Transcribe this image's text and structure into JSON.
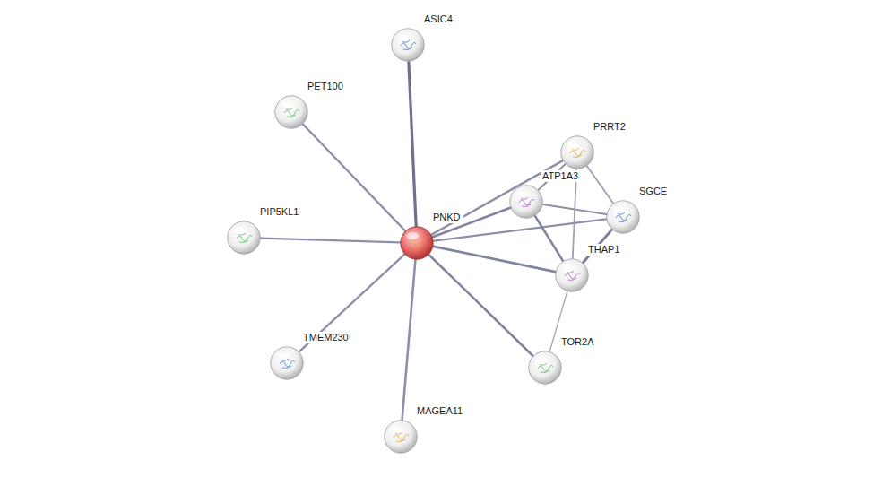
{
  "diagram": {
    "nodes": [
      {
        "text": [
          "ASIC4"
        ]
      },
      {
        "text": [
          "PET100"
        ]
      },
      {
        "text": [
          "PRRT2"
        ]
      },
      {
        "text": [
          "ATP1A3"
        ]
      },
      {
        "text": [
          "SGCE"
        ]
      },
      {
        "text": [
          "PIP5KL1"
        ]
      },
      {
        "text": [
          "PNKD"
        ]
      },
      {
        "text": [
          "THAP1"
        ]
      },
      {
        "text": [
          "TMEM230"
        ]
      },
      {
        "text": [
          "TOR2A"
        ]
      },
      {
        "text": [
          "MAGEA11"
        ]
      }
    ],
    "edges": [
      {
        "from": 6,
        "to": 0,
        "arrow": "none"
      },
      {
        "from": 6,
        "to": 1,
        "arrow": "none"
      },
      {
        "from": 6,
        "to": 5,
        "arrow": "none"
      },
      {
        "from": 6,
        "to": 8,
        "arrow": "none"
      },
      {
        "from": 6,
        "to": 10,
        "arrow": "none"
      },
      {
        "from": 6,
        "to": 9,
        "arrow": "none"
      },
      {
        "from": 6,
        "to": 7,
        "arrow": "none"
      },
      {
        "from": 6,
        "to": 4,
        "arrow": "none"
      },
      {
        "from": 6,
        "to": 3,
        "arrow": "none"
      },
      {
        "from": 6,
        "to": 2,
        "arrow": "none"
      },
      {
        "from": 2,
        "to": 3,
        "arrow": "none"
      },
      {
        "from": 2,
        "to": 4,
        "arrow": "none"
      },
      {
        "from": 2,
        "to": 7,
        "arrow": "none"
      },
      {
        "from": 3,
        "to": 4,
        "arrow": "none"
      },
      {
        "from": 3,
        "to": 7,
        "arrow": "none"
      },
      {
        "from": 4,
        "to": 7,
        "arrow": "none"
      },
      {
        "from": 7,
        "to": 9,
        "arrow": "none"
      }
    ]
  }
}
